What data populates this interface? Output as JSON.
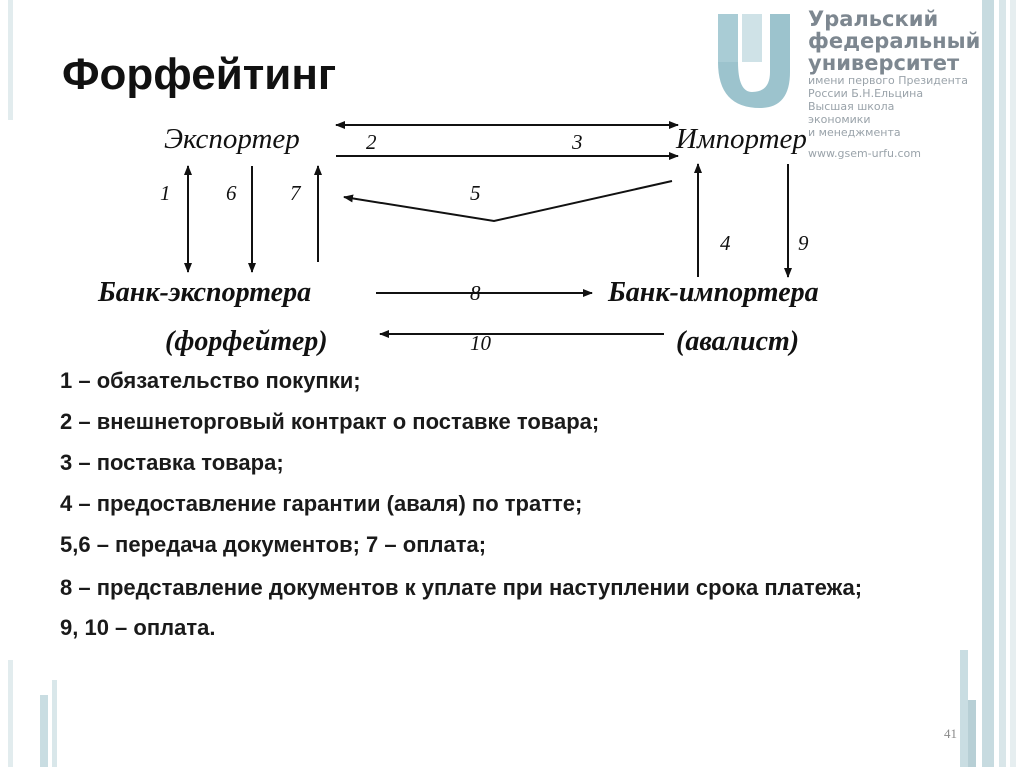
{
  "title": "Форфейтинг",
  "logo": {
    "lines": [
      "Уральский",
      "федеральный",
      "университет"
    ],
    "sub": [
      "имени первого Президента",
      "России Б.Н.Ельцина"
    ],
    "school": [
      "Высшая школа",
      "экономики",
      "и менеджмента"
    ],
    "web": "www.gsem-urfu.com"
  },
  "diagram": {
    "exporter": "Экспортер",
    "importer": "Импортер",
    "bank_exporter": "Банк-экспортера",
    "forfaiter": "(форфейтер)",
    "bank_importer": "Банк-импортера",
    "avalist": "(авалист)",
    "labels": {
      "n1": "1",
      "n2": "2",
      "n3": "3",
      "n4": "4",
      "n5": "5",
      "n6": "6",
      "n7": "7",
      "n8": "8",
      "n9": "9",
      "n10": "10"
    }
  },
  "legend": [
    "1 – обязательство покупки;",
    "2 – внешнеторговый контракт о поставке товара;",
    "3 – поставка товара;",
    "4 – предоставление гарантии (аваля) по тратте;",
    "5,6 – передача документов; 7 – оплата;",
    "8 – представление документов к уплате при наступлении срока платежа;",
    "9, 10 – оплата."
  ],
  "page_number": "41",
  "colors": {
    "frame": "#bfd4d9",
    "logo": "#7d8790",
    "text": "#111111"
  }
}
